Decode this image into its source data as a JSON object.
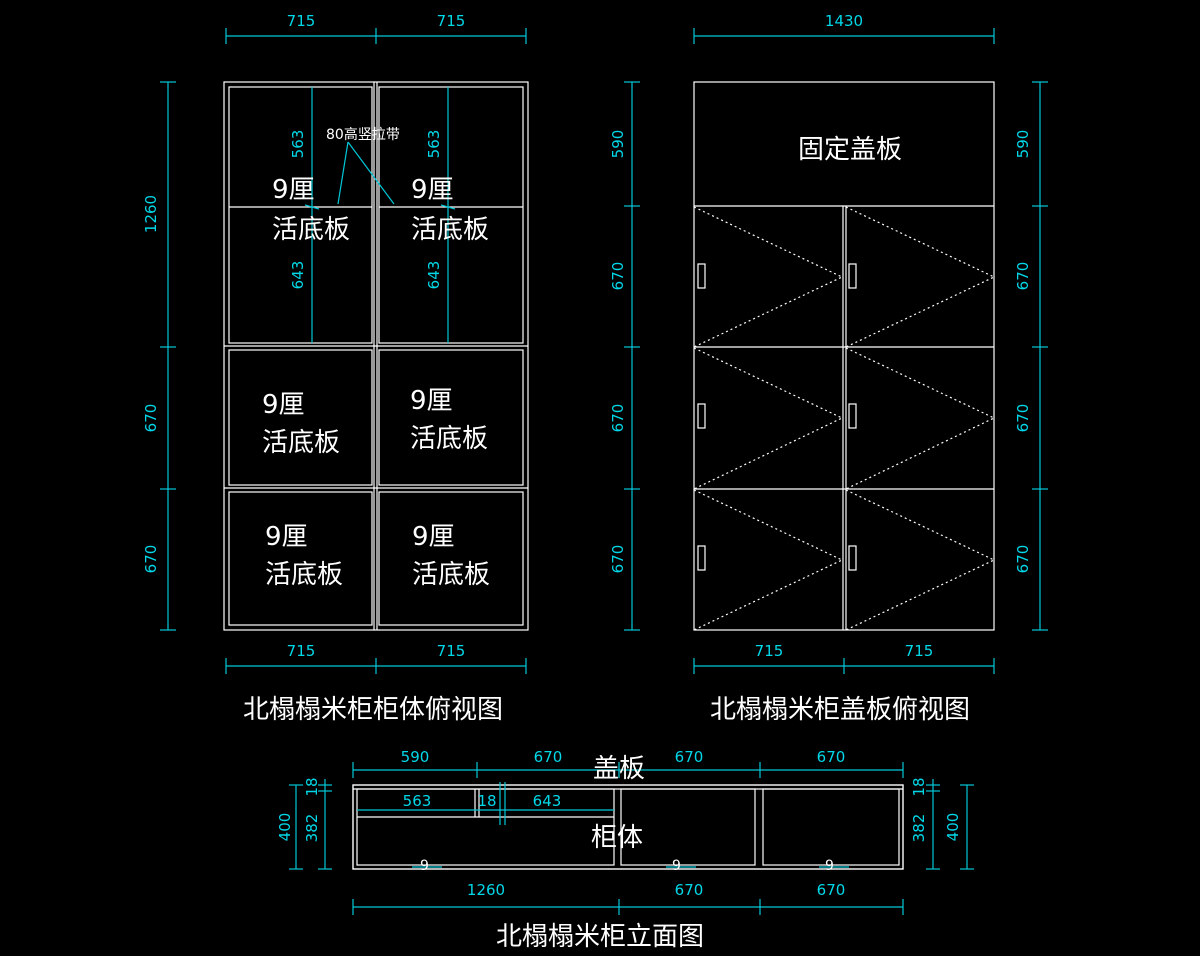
{
  "titles": {
    "body_top_view": "北榻榻米柜柜体俯视图",
    "cover_top_view": "北榻榻米柜盖板俯视图",
    "elevation": "北榻榻米柜立面图"
  },
  "labels": {
    "cell_line1": "9厘",
    "cell_line2": "活底板",
    "fixed_cover": "固定盖板",
    "strap_note": "80高竖拉带",
    "cover": "盖板",
    "body": "柜体",
    "small_9": "9"
  },
  "dims": {
    "d715": "715",
    "d1430": "1430",
    "d1260": "1260",
    "d670": "670",
    "d590": "590",
    "d563": "563",
    "d643": "643",
    "d400": "400",
    "d382": "382",
    "d18": "18"
  },
  "colors": {
    "background": "#000000",
    "lines": "#ffffff",
    "dimensions": "#00c8d8"
  }
}
